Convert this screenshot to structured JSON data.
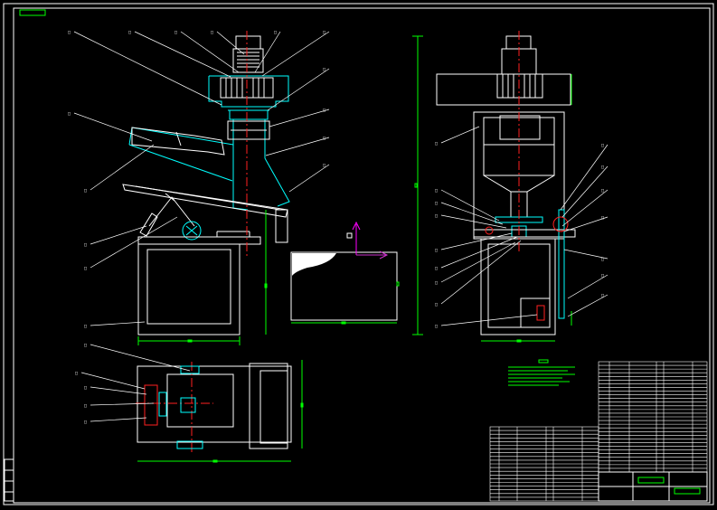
{
  "drawing": {
    "kind": "CAD mechanical assembly drawing (screen capture)",
    "background_color": "#000000",
    "frame_color": "#ffffff",
    "colors": {
      "outline": "#ffffff",
      "dimension": "#00ff00",
      "hidden_part": "#00ffff",
      "centerline": "#ff2020",
      "axis_x": "#cc33cc",
      "axis_y": "#ff00ff"
    },
    "views": [
      "front-view",
      "side-view",
      "top-view",
      "detail-view"
    ],
    "callout_marker": "□",
    "axis_marker": "□"
  }
}
